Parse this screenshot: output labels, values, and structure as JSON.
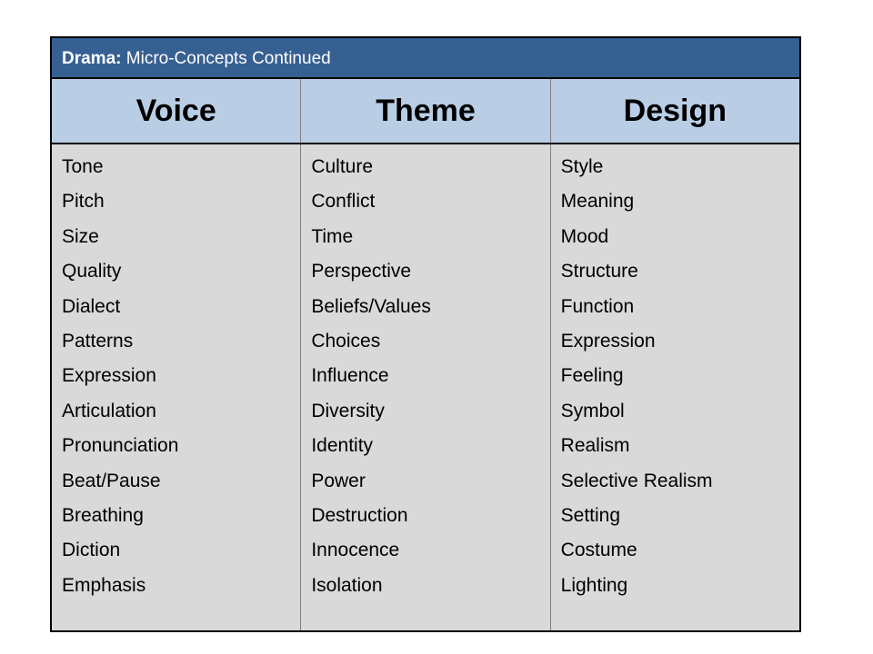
{
  "title": {
    "prefix": "Drama:",
    "text": "Micro-Concepts Continued"
  },
  "columns": [
    {
      "header": "Voice",
      "items": [
        "Tone",
        "Pitch",
        "Size",
        "Quality",
        "Dialect",
        "Patterns",
        "Expression",
        "Articulation",
        "Pronunciation",
        "Beat/Pause",
        "Breathing",
        "Diction",
        "Emphasis"
      ]
    },
    {
      "header": "Theme",
      "items": [
        "Culture",
        "Conflict",
        "Time",
        "Perspective",
        "Beliefs/Values",
        "Choices",
        "Influence",
        "Diversity",
        "Identity",
        "Power",
        "Destruction",
        "Innocence",
        "Isolation"
      ]
    },
    {
      "header": "Design",
      "items": [
        "Style",
        "Meaning",
        "Mood",
        "Structure",
        "Function",
        "Expression",
        "Feeling",
        "Symbol",
        "Realism",
        "Selective Realism",
        "Setting",
        "Costume",
        "Lighting"
      ]
    }
  ],
  "colors": {
    "title_bar": "#376092",
    "header_row": "#b9cde5",
    "body": "#d9d9d9"
  }
}
